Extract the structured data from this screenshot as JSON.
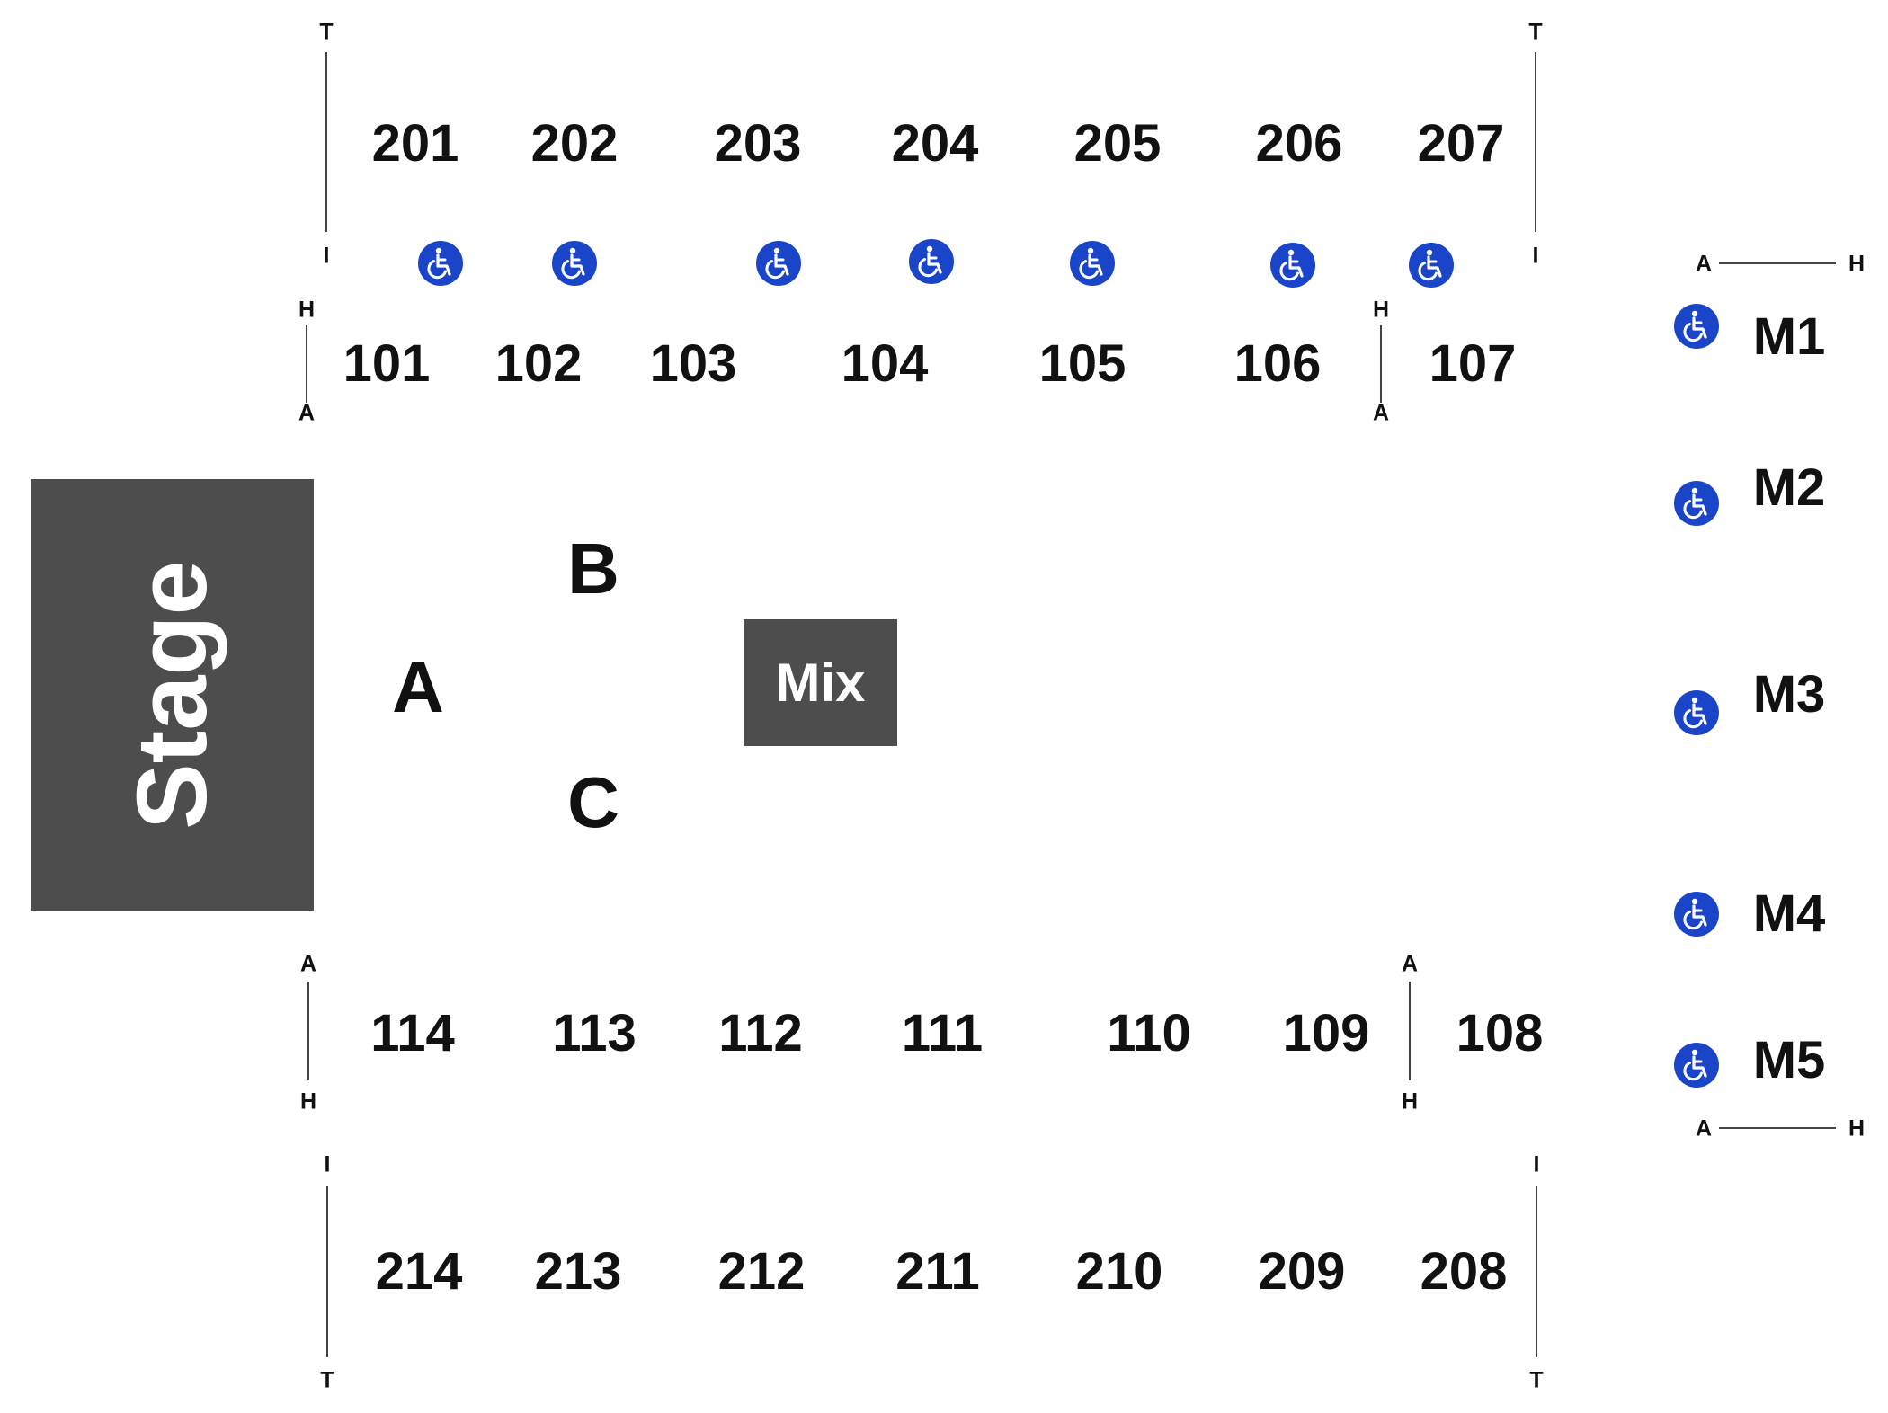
{
  "stage_label": "Stage",
  "mix_label": "Mix",
  "floor_sections": [
    "A",
    "B",
    "C"
  ],
  "sections_upper_top": [
    "201",
    "202",
    "203",
    "204",
    "205",
    "206",
    "207"
  ],
  "sections_lower_top": [
    "101",
    "102",
    "103",
    "104",
    "105",
    "106",
    "107"
  ],
  "sections_lower_bottom": [
    "114",
    "113",
    "112",
    "111",
    "110",
    "109",
    "108"
  ],
  "sections_upper_bottom": [
    "214",
    "213",
    "212",
    "211",
    "210",
    "209",
    "208"
  ],
  "mezzanine": [
    "M1",
    "M2",
    "M3",
    "M4",
    "M5"
  ],
  "row_letters": {
    "upper_first": "T",
    "upper_last": "I",
    "lower_first": "A",
    "lower_last": "H"
  },
  "colors": {
    "accessible_blue": "#1a45c8",
    "stage_gray": "#4d4d4d",
    "line_gray": "#444444"
  },
  "icons": {
    "accessible": "wheelchair-icon"
  }
}
